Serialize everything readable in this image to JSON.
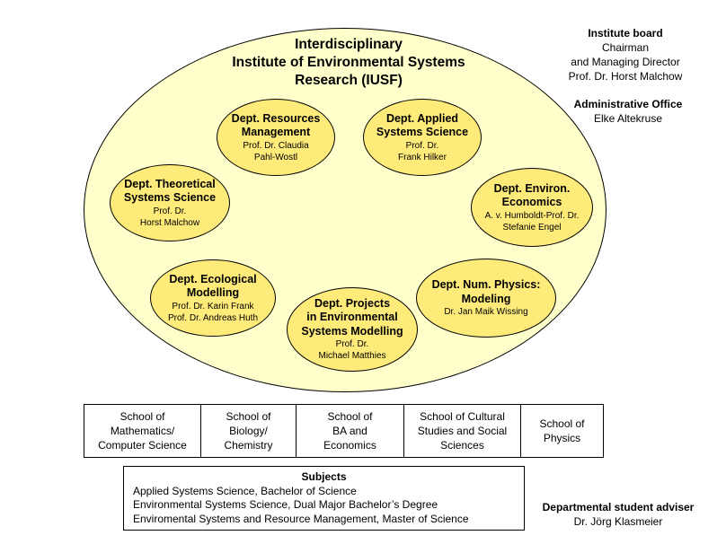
{
  "institute": {
    "title_lines": [
      "Interdisciplinary",
      "Institute of Environmental Systems",
      "Research (IUSF)"
    ]
  },
  "departments": [
    {
      "name_lines": [
        "Dept. Resources",
        "Management"
      ],
      "person_lines": [
        "Prof. Dr. Claudia",
        "Pahl-Wostl"
      ]
    },
    {
      "name_lines": [
        "Dept. Applied",
        "Systems Science"
      ],
      "person_lines": [
        "Prof. Dr.",
        "Frank Hilker"
      ]
    },
    {
      "name_lines": [
        "Dept. Theoretical",
        "Systems Science"
      ],
      "person_lines": [
        "Prof. Dr.",
        "Horst Malchow"
      ]
    },
    {
      "name_lines": [
        "Dept. Environ.",
        "Economics"
      ],
      "person_lines": [
        "A. v. Humboldt-Prof.  Dr.",
        "Stefanie Engel"
      ]
    },
    {
      "name_lines": [
        "Dept. Ecological",
        "Modelling"
      ],
      "person_lines": [
        "Prof. Dr. Karin Frank",
        "Prof. Dr. Andreas Huth"
      ]
    },
    {
      "name_lines": [
        "Dept. Num. Physics:",
        "Modeling"
      ],
      "person_lines": [
        "Dr. Jan Maik Wissing"
      ]
    },
    {
      "name_lines": [
        "Dept. Projects",
        "in Environmental",
        "Systems Modelling"
      ],
      "person_lines": [
        "Prof. Dr.",
        "Michael Matthies"
      ]
    }
  ],
  "institute_board": {
    "heading": "Institute board",
    "lines": [
      "Chairman",
      "and Managing Director",
      "Prof. Dr. Horst Malchow"
    ]
  },
  "administrative_office": {
    "heading": "Administrative Office",
    "name": "Elke Altekruse"
  },
  "schools": [
    {
      "lines": [
        "School of",
        "Mathematics/",
        "Computer Science"
      ]
    },
    {
      "lines": [
        "School of",
        "Biology/",
        "Chemistry"
      ]
    },
    {
      "lines": [
        "School of",
        "BA and",
        "Economics"
      ]
    },
    {
      "lines": [
        "School of Cultural",
        "Studies and Social",
        "Sciences"
      ]
    },
    {
      "lines": [
        "School of",
        "Physics"
      ]
    }
  ],
  "subjects": {
    "heading": "Subjects",
    "items": [
      "Applied Systems Science, Bachelor of Science",
      "Environmental  Systems Science, Dual Major Bachelor’s Degree",
      "Enviromental Systems and Resource Management, Master of Science"
    ]
  },
  "student_adviser": {
    "heading": "Departmental student adviser",
    "name": "Dr. Jörg Klasmeier"
  }
}
